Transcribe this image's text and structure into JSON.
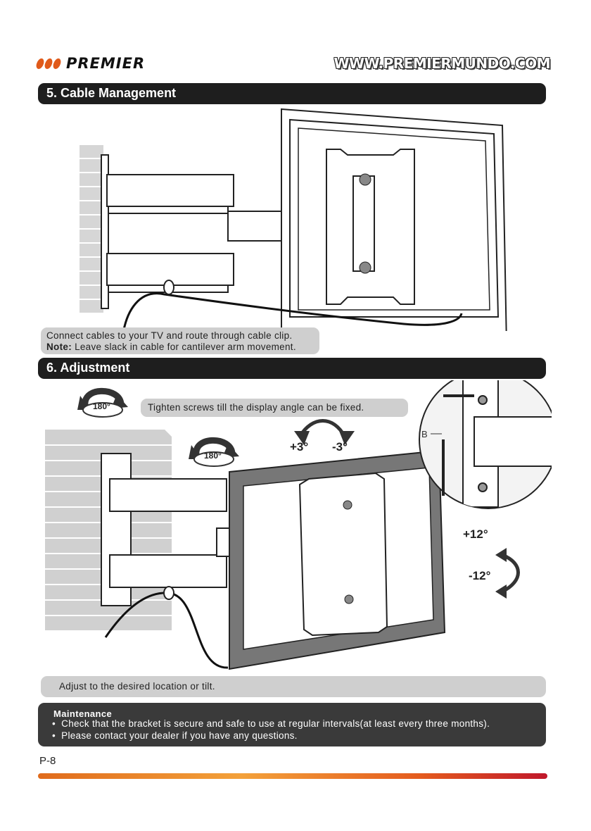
{
  "header": {
    "brand": "PREMIER",
    "website": "WWW.PREMIERMUNDO.COM"
  },
  "section5": {
    "title": "5. Cable Management",
    "line1": "Connect cables to your TV and route through cable clip.",
    "note_label": "Note:",
    "note_text": "Leave slack in cable for cantilever arm movement."
  },
  "section6": {
    "title": "6. Adjustment",
    "rotate_label_1": "180°",
    "rotate_label_2": "180°",
    "tighten_text": "Tighten screws till the display angle can be fixed.",
    "swivel_plus": "+3°",
    "swivel_minus": "-3°",
    "callout_label": "B",
    "tilt_plus": "+12°",
    "tilt_minus": "-12°",
    "adjust_text": "Adjust to the desired location or tilt."
  },
  "maintenance": {
    "title": "Maintenance",
    "items": [
      "Check that the bracket is secure and safe to use at regular intervals(at least every three months).",
      "Please contact your dealer if you have any questions."
    ]
  },
  "footer": {
    "page": "P-8"
  },
  "colors": {
    "brand_orange": "#e05a1a",
    "section_bar": "#1e1e1e",
    "note_box": "#cfcfcf",
    "maintenance_box": "#3a3a3a"
  }
}
